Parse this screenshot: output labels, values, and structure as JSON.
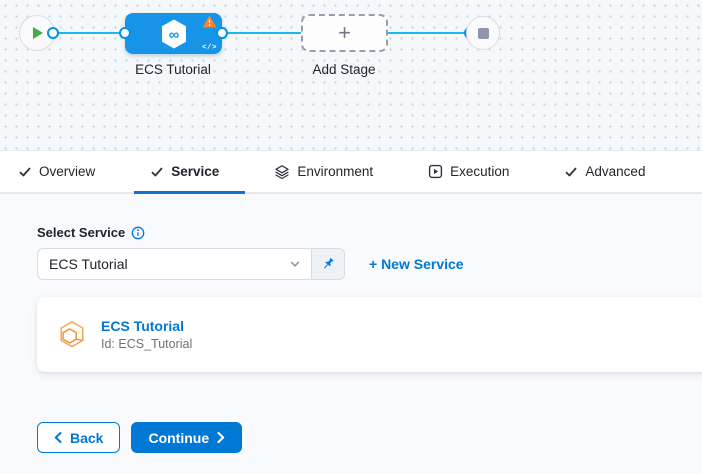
{
  "canvas": {
    "stage": {
      "label": "ECS Tutorial",
      "code_glyph": "</>",
      "infinity_glyph": "∞"
    },
    "add_stage": {
      "label": "Add Stage",
      "plus_glyph": "+"
    }
  },
  "tabs": [
    {
      "label": "Overview",
      "icon": "check-icon"
    },
    {
      "label": "Service",
      "icon": "check-icon"
    },
    {
      "label": "Environment",
      "icon": "layers-icon"
    },
    {
      "label": "Execution",
      "icon": "play-square-icon"
    },
    {
      "label": "Advanced",
      "icon": "check-icon"
    }
  ],
  "active_tab": "Service",
  "service_form": {
    "label": "Select Service",
    "dropdown_value": "ECS Tutorial",
    "new_service_link": "+ New Service",
    "card": {
      "name": "ECS Tutorial",
      "id": "Id: ECS_Tutorial"
    }
  },
  "footer": {
    "back": "Back",
    "continue": "Continue"
  },
  "colors": {
    "accent": "#0278d5",
    "stage_node_blue": "#1794e8",
    "edge_blue": "#1fb6ee",
    "port_blue": "#0092e4",
    "warning_orange": "#ff832b",
    "play_green": "#42ab45",
    "service_icon_orange": "#f0902e"
  }
}
